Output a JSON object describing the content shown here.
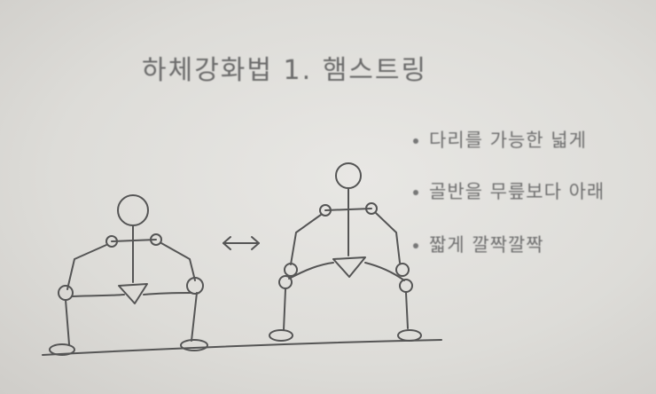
{
  "title": "하체강화법 1. 햄스트링",
  "notes": [
    {
      "text": "다리를 가능한 넓게"
    },
    {
      "text": "골반을 무릎보다 아래"
    },
    {
      "text": "짧게 깔짝깔짝"
    }
  ],
  "icons": {
    "arrow": "double-arrow-icon"
  },
  "colors": {
    "ink": "#555555",
    "paper": "#e2e1de"
  }
}
